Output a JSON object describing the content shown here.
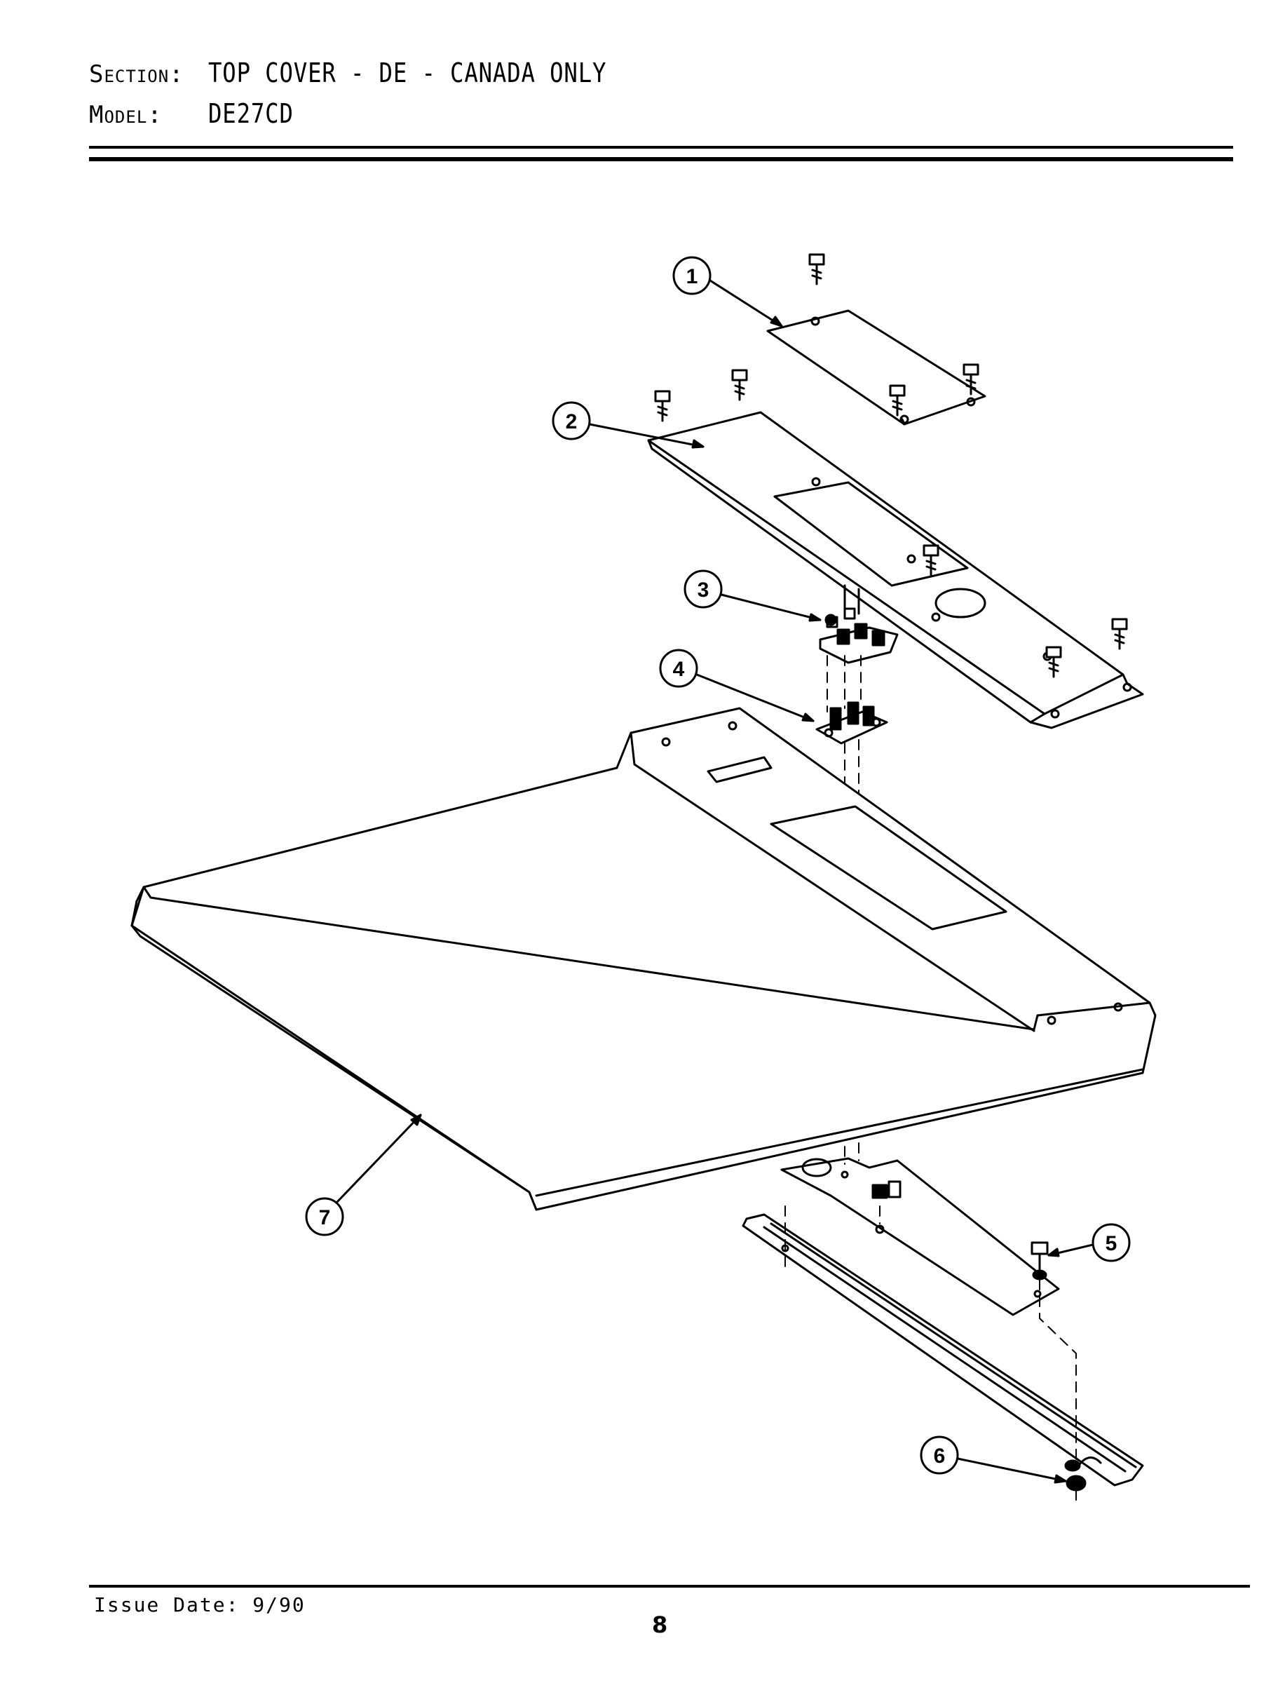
{
  "header": {
    "section_label": "Section:",
    "section_value": "TOP COVER - DE - CANADA ONLY",
    "model_label": "Model:",
    "model_value": "DE27CD"
  },
  "footer": {
    "issue_date": "Issue Date: 9/90",
    "page_number": "8"
  },
  "callouts": [
    "1",
    "2",
    "3",
    "4",
    "5",
    "6",
    "7"
  ]
}
